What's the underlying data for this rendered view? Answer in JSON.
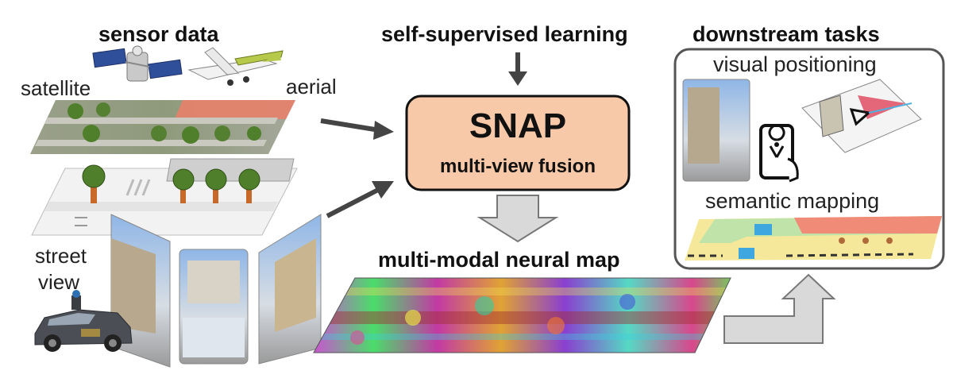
{
  "sensor": {
    "title": "sensor data",
    "satellite": "satellite",
    "aerial": "aerial",
    "street_line1": "street",
    "street_line2": "view"
  },
  "learning": {
    "title": "self-supervised learning"
  },
  "snap": {
    "title": "SNAP",
    "subtitle": "multi-view fusion"
  },
  "neural_map": {
    "title": "multi-modal neural map"
  },
  "downstream": {
    "title": "downstream tasks",
    "positioning": "visual positioning",
    "mapping": "semantic mapping"
  },
  "colors": {
    "snap_fill": "#f7c9a8",
    "arrow_dark": "#444444",
    "arrow_light": "#d9d9d9",
    "roof": "#e8816a",
    "tree": "#4f7f2a",
    "trunk": "#c8692a",
    "map_green": "#bfe3a8",
    "map_blue": "#3fa7e0",
    "map_yellow": "#f5e89a"
  },
  "icons": [
    "satellite-icon",
    "airplane-icon",
    "car-icon",
    "smartphone-location-icon",
    "camera-frustum-icon"
  ]
}
